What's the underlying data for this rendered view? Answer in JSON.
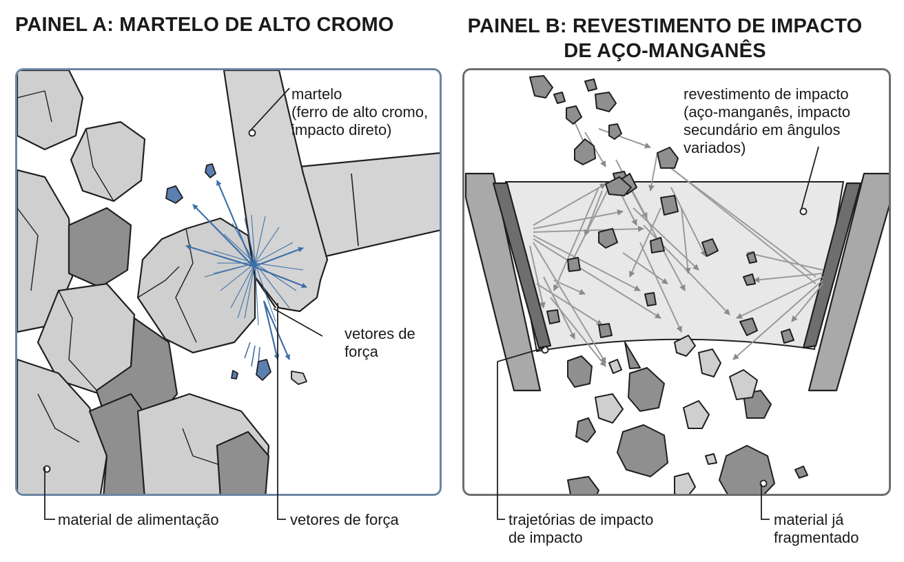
{
  "panel_a": {
    "title": "PAINEL A: MARTELO DE ALTO CROMO",
    "labels": {
      "hammer": [
        "martelo",
        "(ferro de alto cromo,",
        "impacto direto)"
      ],
      "force_vectors_inner": [
        "vetores de",
        "força"
      ],
      "feed_material": "material de alimentação",
      "force_vectors_bottom": "vetores de força"
    }
  },
  "panel_b": {
    "title": [
      "PAINEL B: REVESTIMENTO DE IMPACTO",
      "DE AÇO-MANGANÊS"
    ],
    "labels": {
      "liner": [
        "revestimento de impacto",
        "(aço-manganês, impacto",
        "secundário em ângulos",
        "variados)"
      ],
      "trajectories": [
        "trajetórias de impacto",
        "de impacto"
      ],
      "fragmented": [
        "material já",
        "fragmentado"
      ]
    }
  },
  "colors": {
    "panel_a_border": "#6b84a3",
    "panel_b_border": "#6d6d6d",
    "force_vector": "#3e6fa8",
    "rock_light": "#cfcfcf",
    "rock_dark": "#8f8f8f",
    "hammer_fill": "#d4d4d4",
    "liner_dark": "#7a7a7a",
    "trajectory_arrow": "#9a9a9a"
  }
}
